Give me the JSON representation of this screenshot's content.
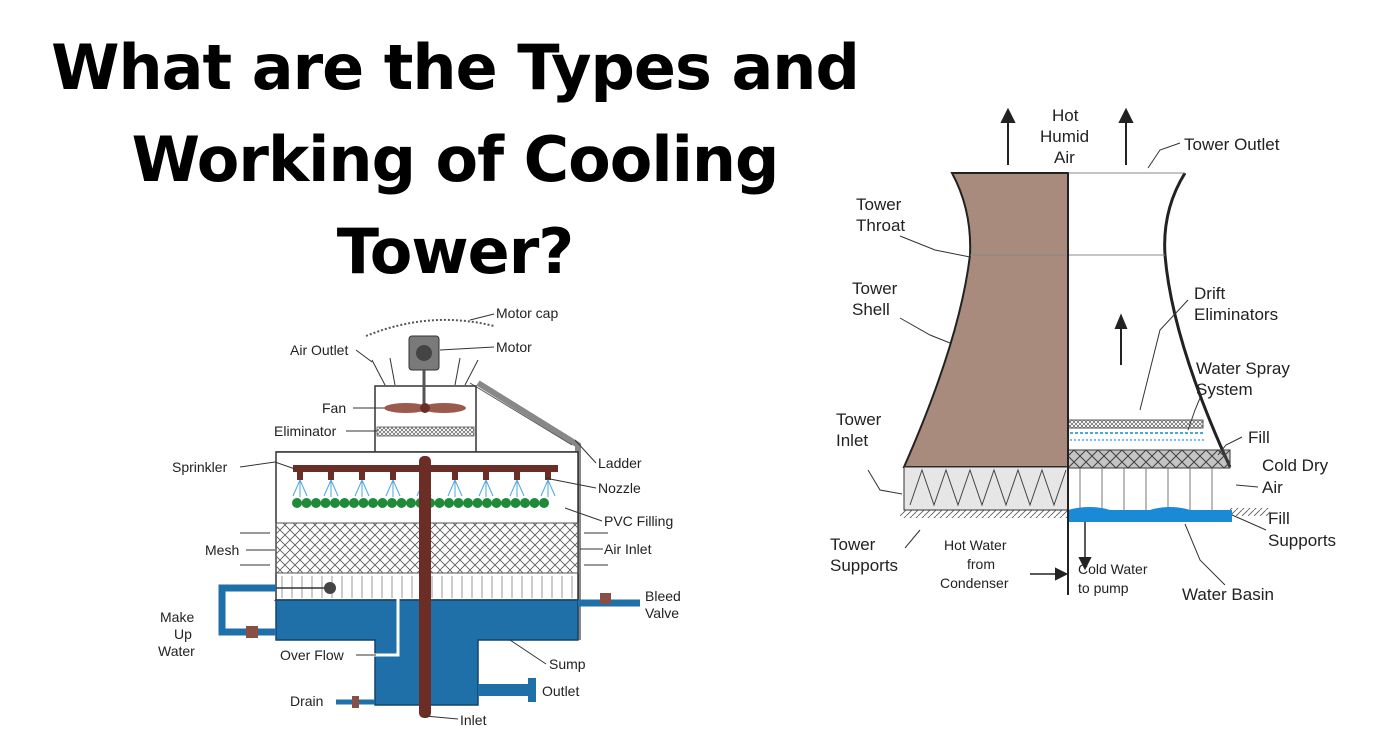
{
  "title": {
    "line1": "What are the Types and",
    "line2": "Working of Cooling",
    "line3": "Tower?"
  },
  "left_diagram": {
    "labels": {
      "motor_cap": "Motor cap",
      "motor": "Motor",
      "air_outlet": "Air Outlet",
      "fan": "Fan",
      "eliminator": "Eliminator",
      "sprinkler": "Sprinkler",
      "ladder": "Ladder",
      "nozzle": "Nozzle",
      "pvc_filling": "PVC Filling",
      "mesh": "Mesh",
      "air_inlet": "Air Inlet",
      "make_up_water": [
        "Make",
        "Up",
        "Water"
      ],
      "bleed_valve": [
        "Bleed",
        "Valve"
      ],
      "over_flow": "Over Flow",
      "sump": "Sump",
      "outlet": "Outlet",
      "drain": "Drain",
      "inlet": "Inlet"
    }
  },
  "right_diagram": {
    "labels": {
      "hot_humid_air": [
        "Hot",
        "Humid",
        "Air"
      ],
      "tower_outlet": "Tower Outlet",
      "tower_throat": [
        "Tower",
        "Throat"
      ],
      "tower_shell": [
        "Tower",
        "Shell"
      ],
      "drift_eliminators": [
        "Drift",
        "Eliminators"
      ],
      "water_spray_system": [
        "Water Spray",
        "System"
      ],
      "tower_inlet": [
        "Tower",
        "Inlet"
      ],
      "fill": "Fill",
      "cold_dry_air": [
        "Cold Dry",
        "Air"
      ],
      "fill_supports": [
        "Fill",
        "Supports"
      ],
      "tower_supports": [
        "Tower",
        "Supports"
      ],
      "hot_water": [
        "Hot Water",
        "from",
        "Condenser"
      ],
      "cold_water": [
        "Cold Water",
        "to pump"
      ],
      "water_basin": "Water Basin"
    }
  },
  "colors": {
    "shell_brown": "#a88b7c",
    "water_blue": "#1f6fa8",
    "basin_blue": "#1a8ad6",
    "pipe_maroon": "#6b2d26",
    "fill_green": "#1f8a3a",
    "spray_blue": "#4aa8e0"
  }
}
